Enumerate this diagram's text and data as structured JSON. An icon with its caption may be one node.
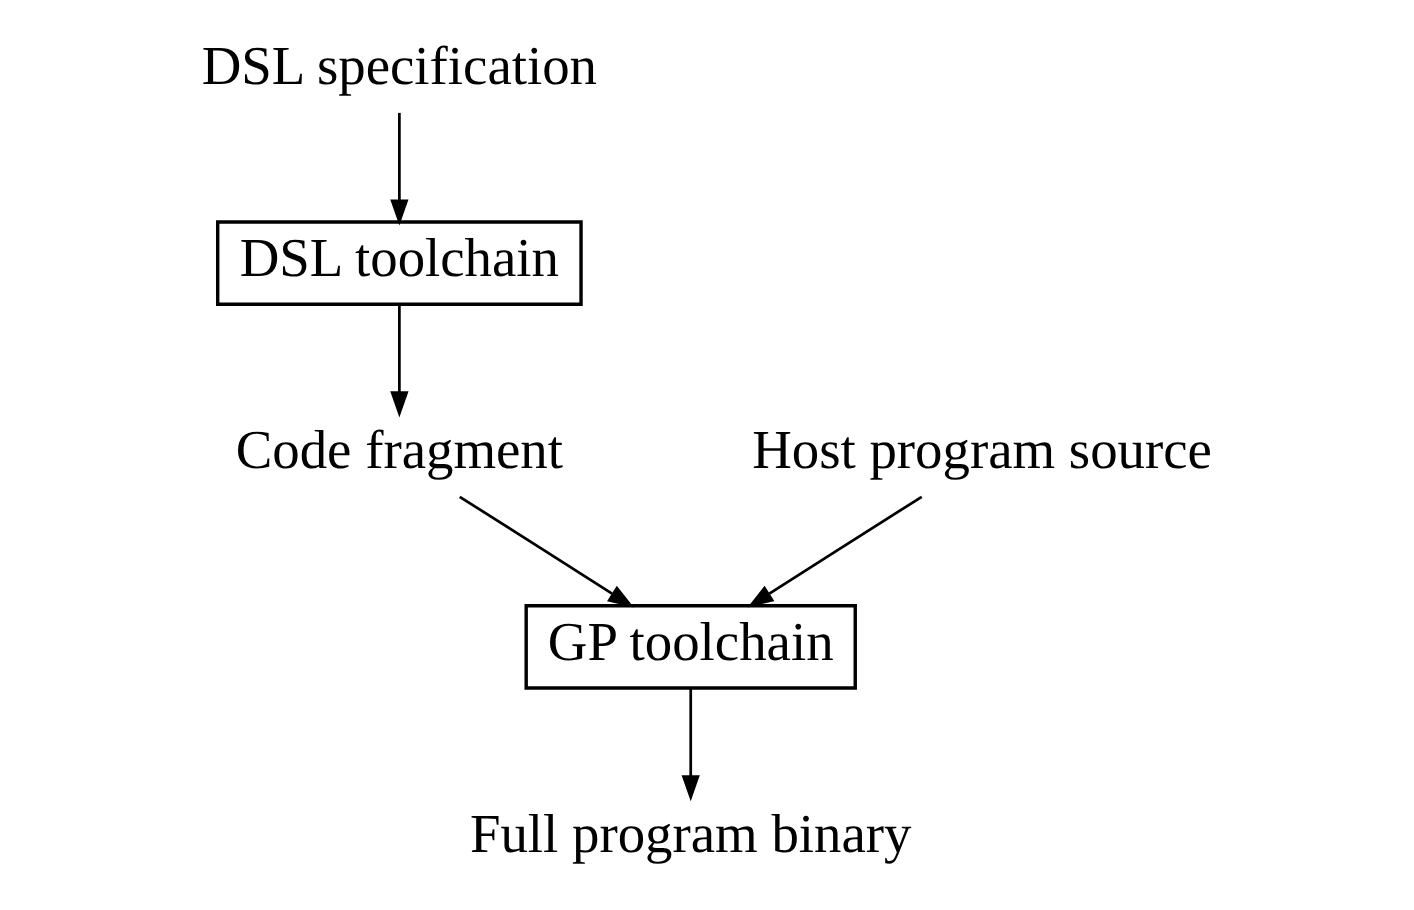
{
  "diagram": {
    "nodes": [
      {
        "text": [
          "DSL specification"
        ]
      },
      {
        "text": [
          "DSL toolchain"
        ]
      },
      {
        "text": [
          "Code fragment"
        ]
      },
      {
        "text": [
          "Host program source"
        ]
      },
      {
        "text": [
          "GP toolchain"
        ]
      },
      {
        "text": [
          "Full program binary"
        ]
      }
    ],
    "edges": [
      {
        "from": 0,
        "to": 1,
        "arrow": "to"
      },
      {
        "from": 1,
        "to": 2,
        "arrow": "to"
      },
      {
        "from": 2,
        "to": 4,
        "arrow": "to"
      },
      {
        "from": 3,
        "to": 4,
        "arrow": "to"
      },
      {
        "from": 4,
        "to": 5,
        "arrow": "to"
      }
    ]
  }
}
